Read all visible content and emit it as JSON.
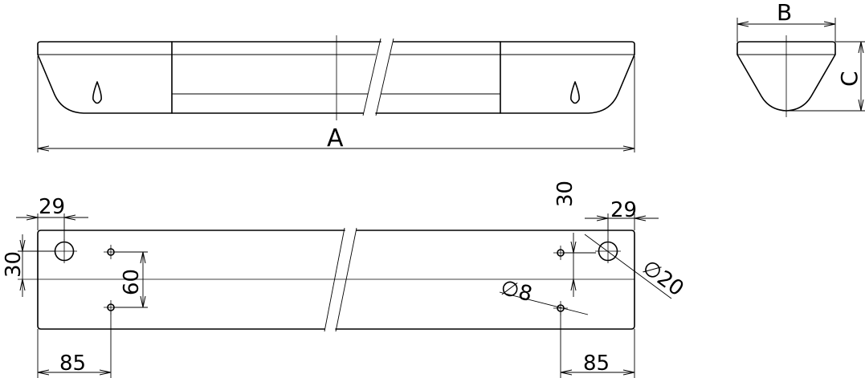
{
  "side_view": {
    "length_label": "A"
  },
  "end_view": {
    "width_label": "B",
    "height_label": "C"
  },
  "mounting_plan": {
    "hole_edge_offset_left": "29",
    "hole_edge_offset_right": "29",
    "hole_height_left": "30",
    "hole_height_right": "30",
    "hole_spacing": "60",
    "small_hole_diameter": "∅8",
    "large_hole_diameter": "∅20",
    "fixing_offset_left": "85",
    "fixing_offset_right": "85"
  }
}
